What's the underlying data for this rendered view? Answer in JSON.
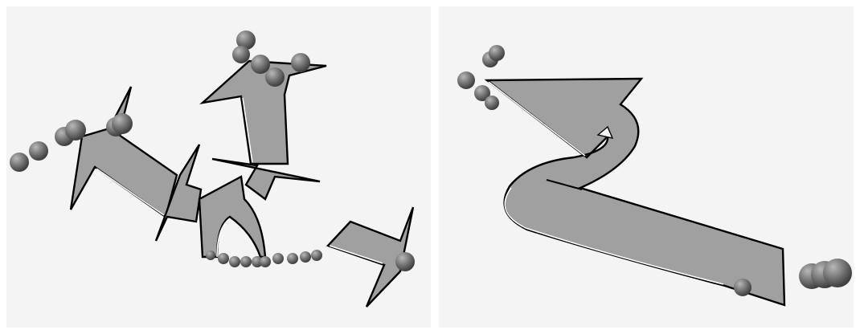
{
  "scene": {
    "panels": [
      "left-view",
      "right-view"
    ],
    "colors": {
      "background": "#f4f4f4",
      "separator": "#ffffff",
      "arrow_fill": "#a0a0a0",
      "arrow_outline": "#000000",
      "sphere_base": "#6e6e6e",
      "sphere_highlight": "#b5b5b5"
    },
    "left_view": {
      "arrow_count": 6,
      "sphere_count": 26
    },
    "right_view": {
      "arrow_count": 1,
      "sphere_count": 9
    }
  }
}
